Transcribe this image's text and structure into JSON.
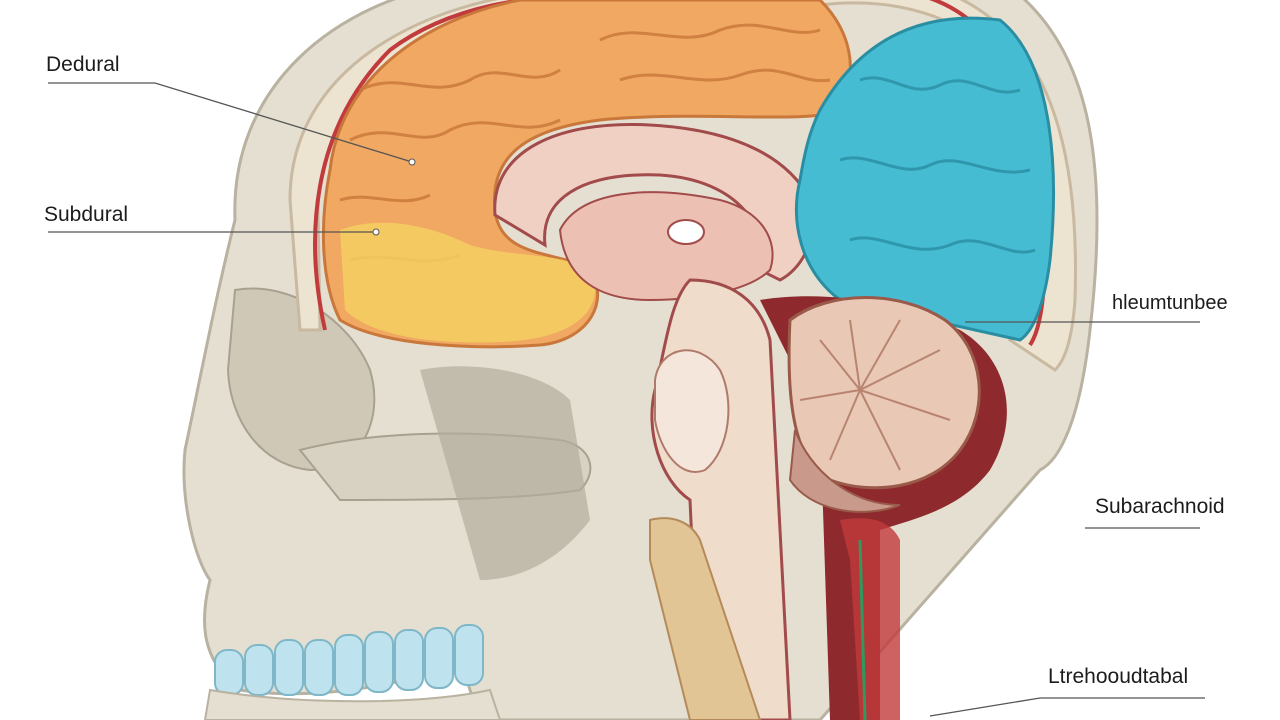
{
  "labels": {
    "dedural": "Dedural",
    "subdural": "Subdural",
    "right_top": "hleumtunbee",
    "subarachnoid": "Subarachnoid",
    "bottom_right": "Ltrehooudtabal"
  },
  "colors": {
    "skull": "#e4dfd1",
    "skull_shadow": "#b9b2a0",
    "cerebrum": "#f0a862",
    "cerebrum_highlight": "#f6cf62",
    "occipital": "#46bcd3",
    "cerebellum": "#e9c9b5",
    "brainstem": "#f0dccb",
    "dura_red": "#c23b3c",
    "teeth": "#bfe3ee",
    "leader_line": "#555555"
  }
}
